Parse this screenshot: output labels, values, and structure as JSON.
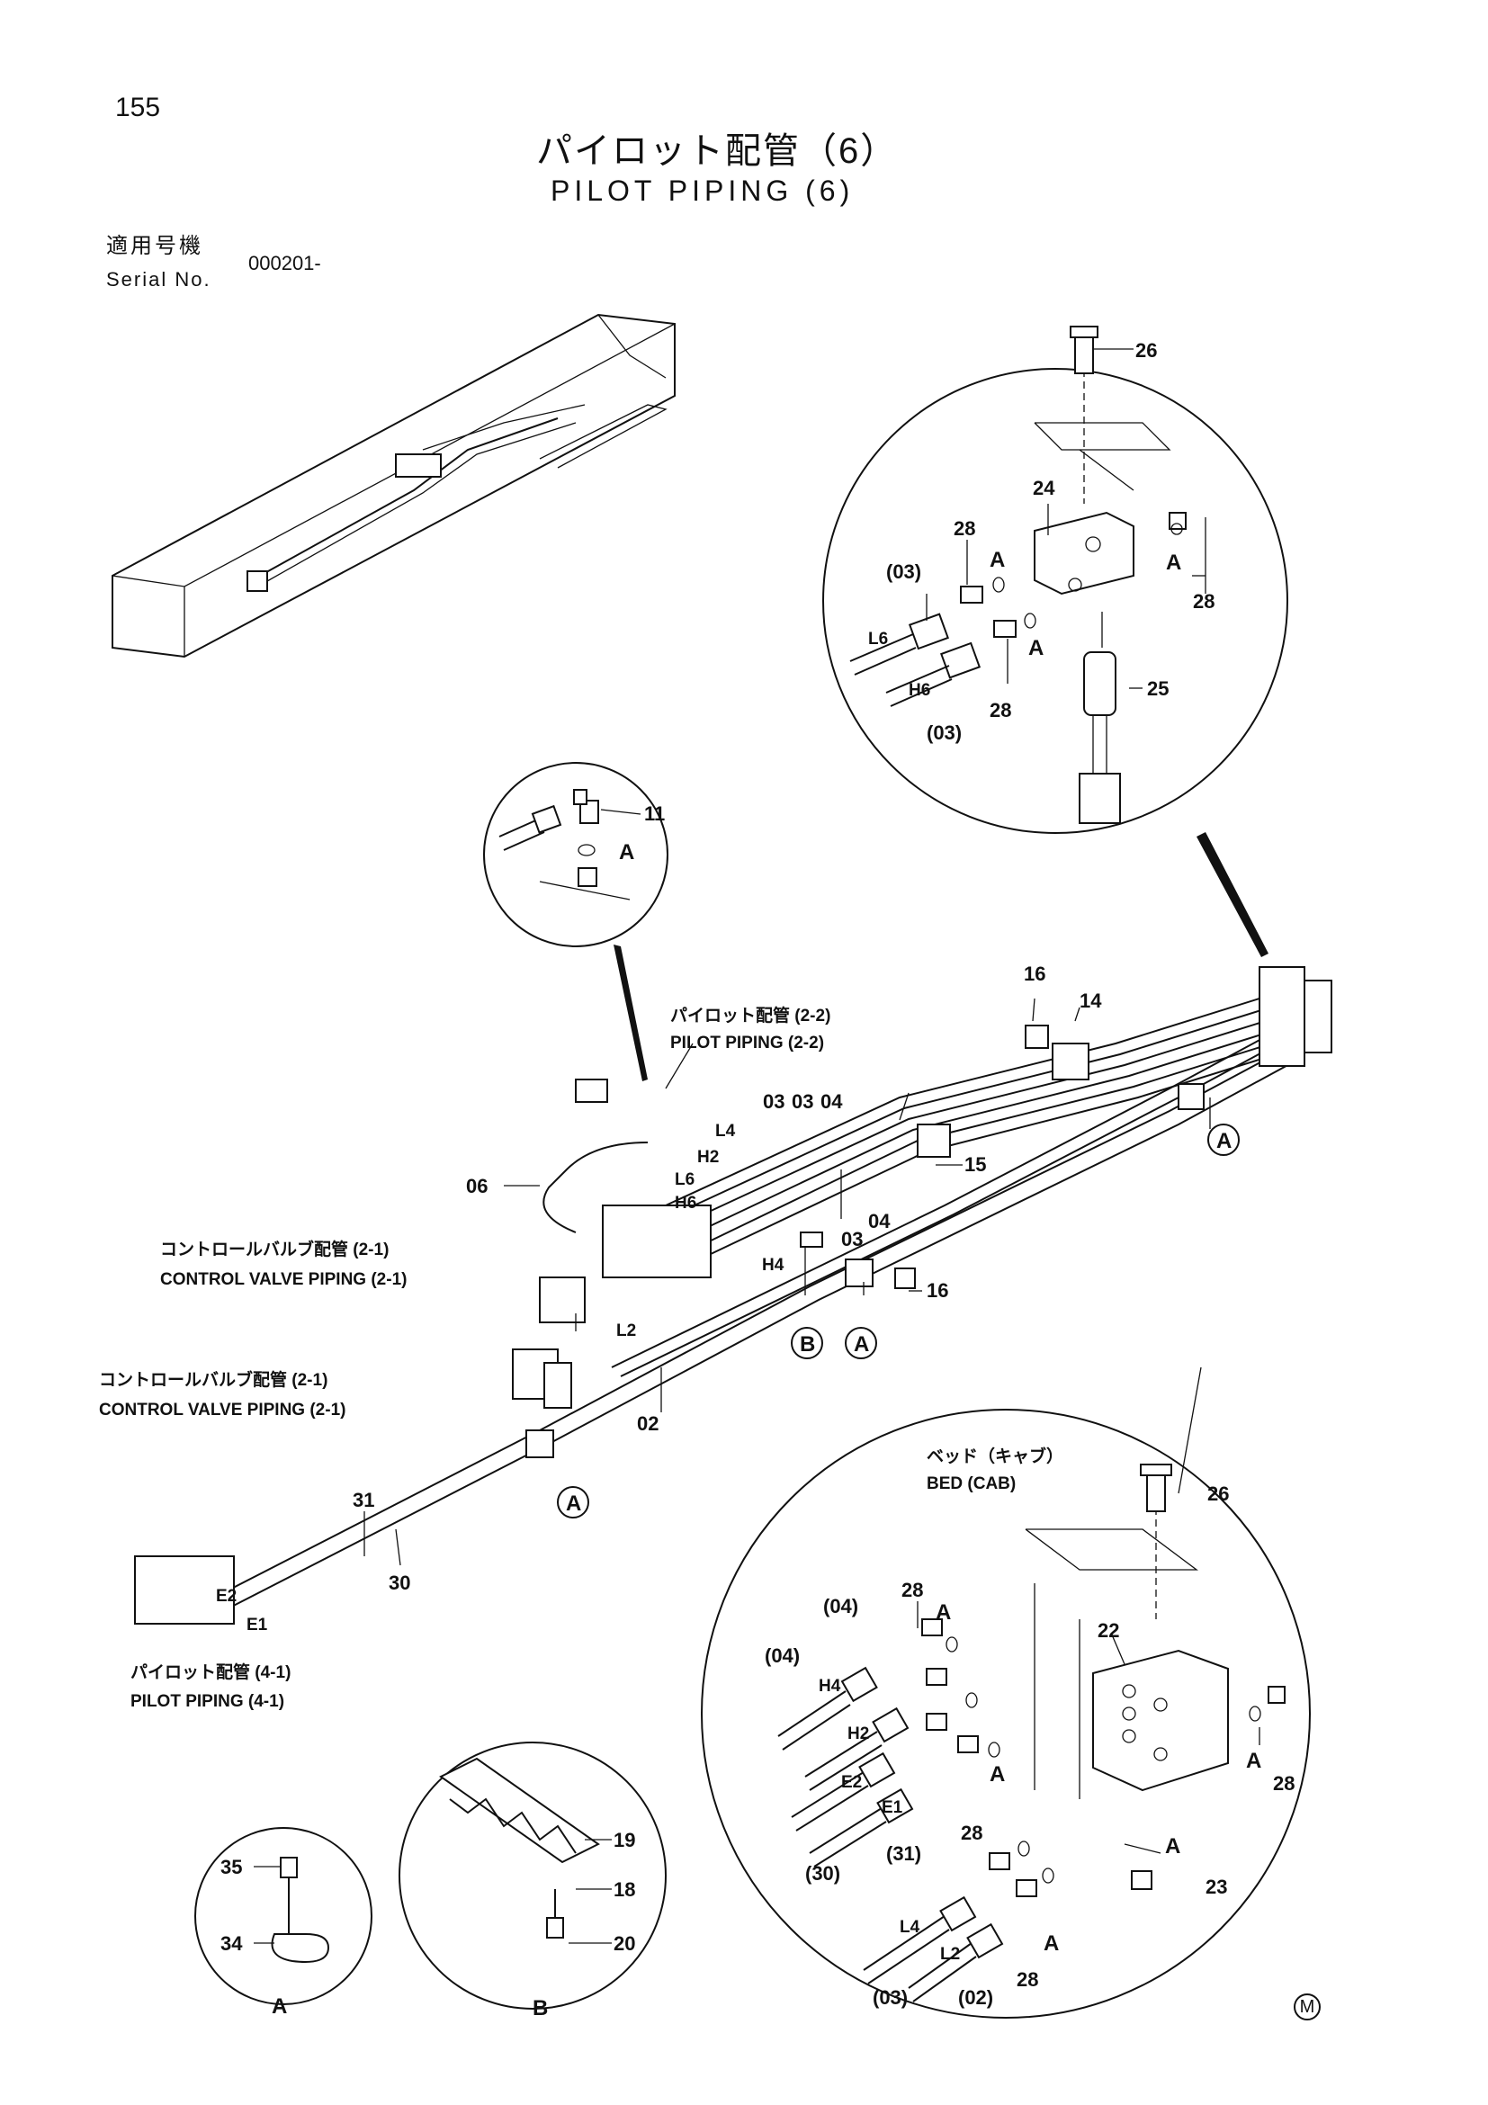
{
  "page_number": "155",
  "title_jp": "パイロット配管（6）",
  "title_en": "PILOT PIPING (6)",
  "serial_jp": "適用号機",
  "serial_en": "Serial No.",
  "serial_value": "000201-",
  "callouts": {
    "c26a": "26",
    "c24": "24",
    "c28a": "28",
    "c28b": "28",
    "c28c": "28",
    "c03a": "(03)",
    "c03b": "(03)",
    "c25": "25",
    "cL6a": "L6",
    "cH6a": "H6",
    "cAa": "A",
    "cAb": "A",
    "cAc": "A",
    "c11": "11",
    "cAd": "A",
    "c16a": "16",
    "c14": "14",
    "c15": "15",
    "c16b": "16",
    "c03c": "03",
    "c03d": "03",
    "c04a": "04",
    "c03e": "03",
    "c04b": "04",
    "cL4a": "L4",
    "cH2a": "H2",
    "cL6b": "L6",
    "cH6b": "H6",
    "cH4a": "H4",
    "cL2a": "L2",
    "c06": "06",
    "c02a": "02",
    "c31a": "31",
    "c30a": "30",
    "cE2a": "E2",
    "cE1a": "E1",
    "circA1": "A",
    "circA2": "A",
    "circA3": "A",
    "circB1": "B",
    "c26b": "26",
    "c22": "22",
    "c23": "23",
    "c28d": "28",
    "c28e": "28",
    "c28f": "28",
    "c28g": "28",
    "c04c": "(04)",
    "c04d": "(04)",
    "c30b": "(30)",
    "c31b": "(31)",
    "c03f": "(03)",
    "c02b": "(02)",
    "cH4b": "H4",
    "cH2b": "H2",
    "cE2b": "E2",
    "cE1b": "E1",
    "cL4b": "L4",
    "cL2b": "L2",
    "cAe": "A",
    "cAf": "A",
    "cAg": "A",
    "cAh": "A",
    "cAi": "A",
    "c35": "35",
    "c34": "34",
    "c19": "19",
    "c18": "18",
    "c20": "20",
    "detA": "A",
    "detB": "B"
  },
  "labels": {
    "pp22_jp": "パイロット配管 (2-2)",
    "pp22_en": "PILOT PIPING (2-2)",
    "cv21a_jp": "コントロールバルブ配管 (2-1)",
    "cv21a_en": "CONTROL VALVE PIPING (2-1)",
    "cv21b_jp": "コントロールバルブ配管 (2-1)",
    "cv21b_en": "CONTROL VALVE PIPING (2-1)",
    "pp41_jp": "パイロット配管 (4-1)",
    "pp41_en": "PILOT PIPING (4-1)",
    "bed_jp": "ベッド（キャブ）",
    "bed_en": "BED (CAB)"
  },
  "footer_mark": "M"
}
